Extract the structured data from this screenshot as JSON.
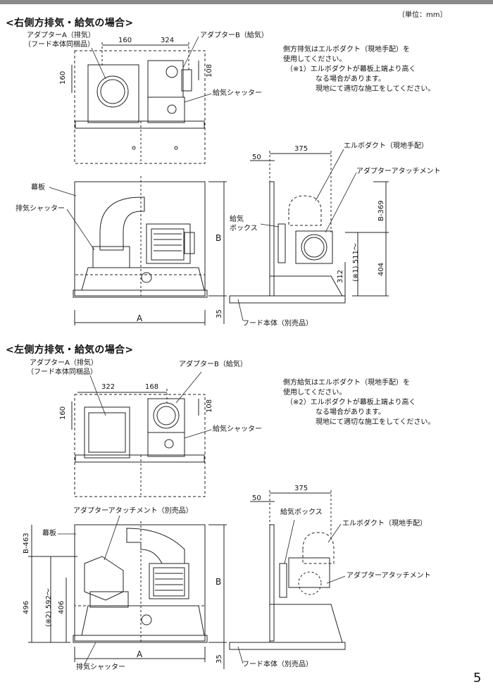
{
  "unit_label": "〔単位：mm〕",
  "page_number": "5",
  "s1": {
    "heading": "<右側方排気・給気の場合>",
    "adapter_a": "アダプターA（排気）",
    "adapter_a_sub": "（フード本体同梱品）",
    "dim_160_top": "160",
    "dim_324": "324",
    "adapter_b": "アダプターB（給気）",
    "dim_160_left": "160",
    "dim_108": "108",
    "supply_shutter": "給気シャッター",
    "note_line1": "側方排気はエルボダクト（現地手配）を",
    "note_line2": "使用してください。",
    "note_line3": "（※1）エルボダクトが幕板上端より高く",
    "note_line4": "なる場合があります。",
    "note_line5": "現地にて適切な施工をしてください。",
    "dim_375": "375",
    "dim_50": "50",
    "elbow_duct": "エルボダクト（現地手配）",
    "adapter_attachment": "アダプターアタッチメント",
    "maku_ita": "幕板",
    "exhaust_shutter": "排気シャッター",
    "supply_box_1": "給気",
    "supply_box_2": "ボックス",
    "dim_b": "B",
    "dim_b369": "B-369",
    "dim_511": "(※1) 511〜",
    "dim_404": "404",
    "dim_312": "312",
    "dim_a": "A",
    "dim_35": "35",
    "hood_body": "フード本体（別売品）"
  },
  "s2": {
    "heading": "<左側方排気・給気の場合>",
    "adapter_a": "アダプターA（排気）",
    "adapter_a_sub": "（フード本体同梱品）",
    "adapter_b": "アダプターB（給気）",
    "dim_322": "322",
    "dim_168": "168",
    "dim_160": "160",
    "dim_108": "108",
    "supply_shutter": "給気シャッター",
    "note_line1": "側方給気はエルボダクト（現地手配）を",
    "note_line2": "使用してください。",
    "note_line3": "（※2）エルボダクトが幕板上端より高く",
    "note_line4": "なる場合があります。",
    "note_line5": "現地にて適切な施工をしてください。",
    "dim_375": "375",
    "dim_50": "50",
    "supply_box": "給気ボックス",
    "elbow_duct": "エルボダクト（現地手配）",
    "attachment_sold": "アダプターアタッチメント（別売品）",
    "maku_ita": "幕板",
    "dim_b463": "B-463",
    "dim_496": "496",
    "dim_592": "(※2) 592〜",
    "dim_406": "406",
    "dim_b": "B",
    "adapter_attachment": "アダプターアタッチメント",
    "dim_a": "A",
    "dim_35": "35",
    "exhaust_shutter": "排気シャッター",
    "hood_body": "フード本体（別売品）"
  }
}
